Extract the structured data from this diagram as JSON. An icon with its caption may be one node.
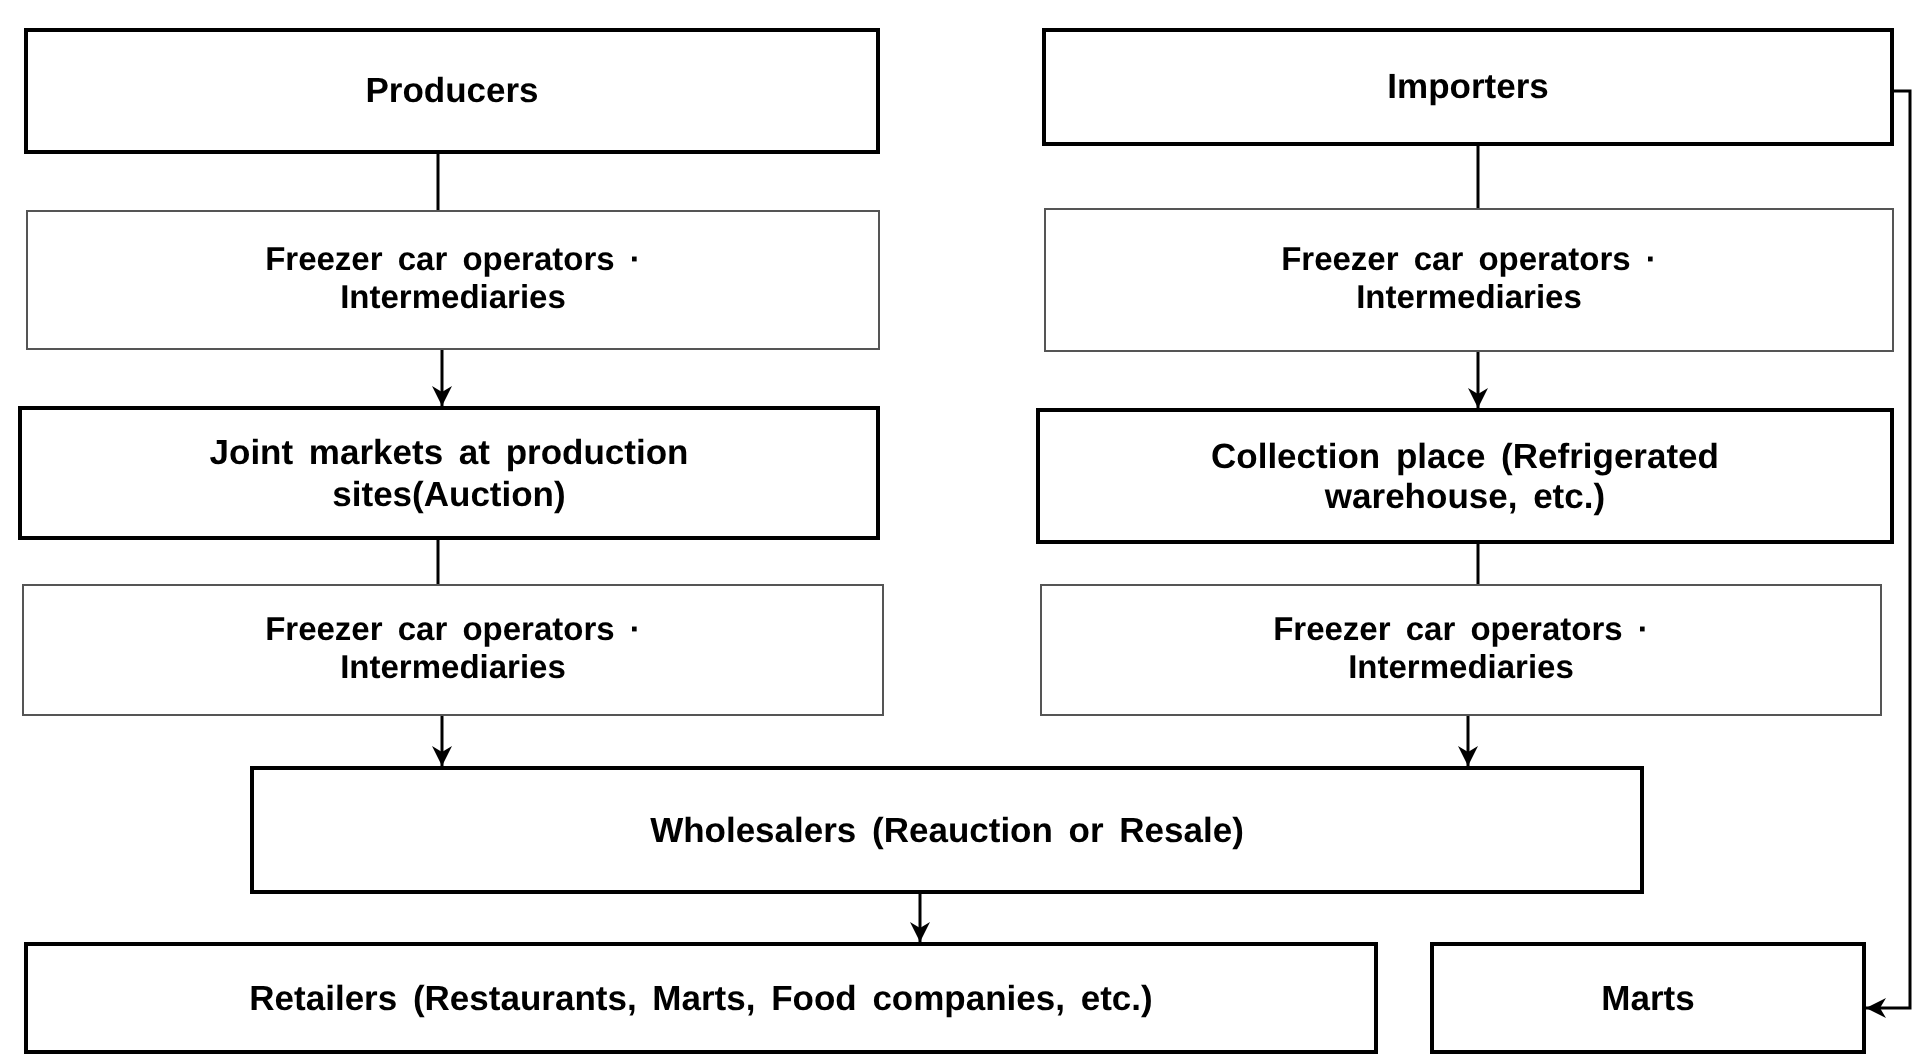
{
  "diagram": {
    "nodes": [
      {
        "text": [
          "Producers"
        ]
      },
      {
        "text": [
          "Freezer car operators · Intermediaries"
        ]
      },
      {
        "text": [
          "Joint markets at production sites(Auction)"
        ]
      },
      {
        "text": [
          "Freezer car operators · Intermediaries"
        ]
      },
      {
        "text": [
          "Importers"
        ]
      },
      {
        "text": [
          "Freezer car operators · Intermediaries"
        ]
      },
      {
        "text": [
          "Collection place (Refrigerated warehouse, etc.)"
        ]
      },
      {
        "text": [
          "Freezer car operators · Intermediaries"
        ]
      },
      {
        "text": [
          "Wholesalers (Reauction or Resale)"
        ]
      },
      {
        "text": [
          "Retailers (Restaurants, Marts, Food companies, etc.)"
        ]
      },
      {
        "text": [
          "Marts"
        ]
      }
    ],
    "edges": [
      {
        "from": 0,
        "to": 1,
        "arrow": "none"
      },
      {
        "from": 1,
        "to": 2,
        "arrow": "to"
      },
      {
        "from": 2,
        "to": 3,
        "arrow": "none"
      },
      {
        "from": 3,
        "to": 8,
        "arrow": "to"
      },
      {
        "from": 4,
        "to": 5,
        "arrow": "none"
      },
      {
        "from": 5,
        "to": 6,
        "arrow": "to"
      },
      {
        "from": 6,
        "to": 7,
        "arrow": "none"
      },
      {
        "from": 7,
        "to": 8,
        "arrow": "to"
      },
      {
        "from": 8,
        "to": 9,
        "arrow": "to"
      },
      {
        "from": 4,
        "to": 10,
        "arrow": "to"
      }
    ]
  }
}
